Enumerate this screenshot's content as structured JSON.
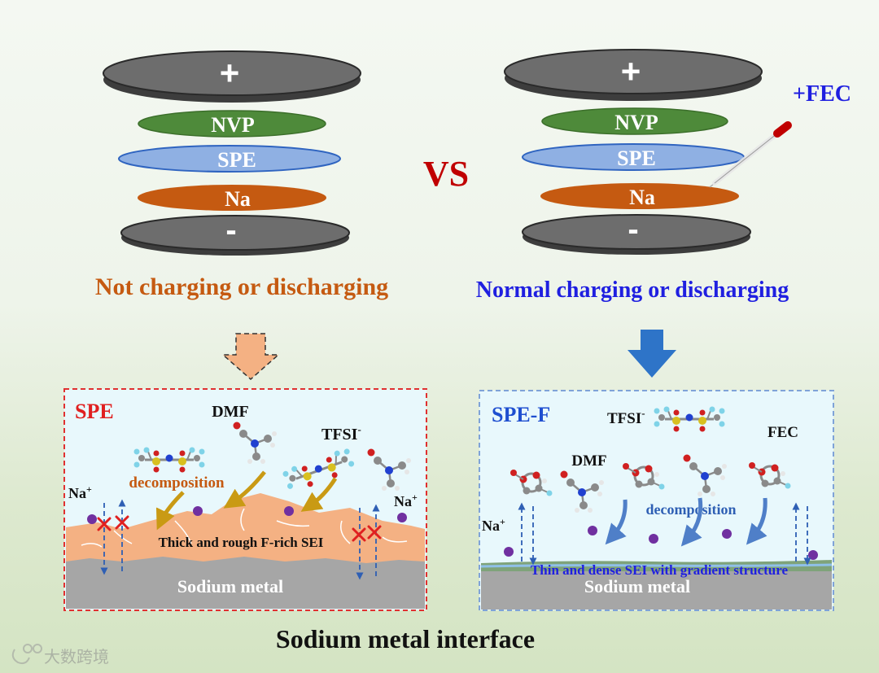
{
  "left_stack": {
    "positive": "+",
    "negative": "-",
    "cathode": "NVP",
    "electrolyte": "SPE",
    "anode": "Na",
    "caption": "Not charging or discharging"
  },
  "vs": "VS",
  "right_stack": {
    "positive": "+",
    "negative": "-",
    "cathode": "NVP",
    "electrolyte": "SPE",
    "anode": "Na",
    "additive": "+FEC",
    "caption": "Normal charging or discharging"
  },
  "left_panel": {
    "title": "SPE",
    "dmf": "DMF",
    "tfsi": "TFSI",
    "tfsi_sup": "-",
    "decomposition": "decomposition",
    "na_ion_left": "Na",
    "na_ion_right": "Na",
    "na_sup": "+",
    "sei": "Thick and rough F-rich SEI",
    "metal": "Sodium metal"
  },
  "right_panel": {
    "title": "SPE-F",
    "tfsi": "TFSI",
    "tfsi_sup": "-",
    "dmf": "DMF",
    "fec": "FEC",
    "decomposition": "decomposition",
    "na_ion": "Na",
    "na_sup": "+",
    "sei": "Thin and dense SEI with gradient structure",
    "metal": "Sodium metal"
  },
  "bottom_title": "Sodium metal interface",
  "watermark": "大数跨境",
  "colors": {
    "cathode": "#4e8a3a",
    "electrolyte": "#8fb0e3",
    "anode": "#c55a11",
    "current_collector": "#595959",
    "left_caption": "#c55a11",
    "right_caption": "#1f1fe0",
    "vs": "#c00000",
    "left_frame": "#e03030",
    "right_frame": "#7fa3d8",
    "sei_left": "#f4b183",
    "sodium_metal": "#a6a6a6",
    "na_ion": "#7030a0"
  }
}
